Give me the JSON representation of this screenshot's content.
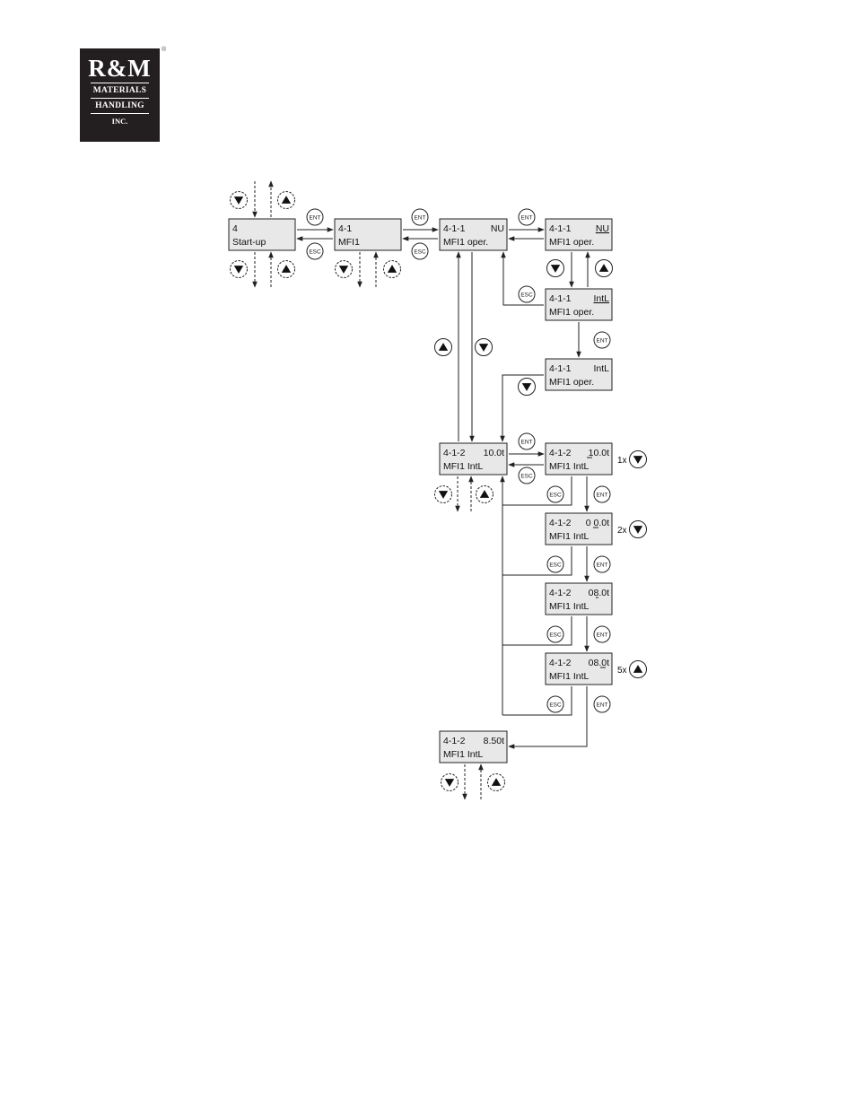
{
  "logo": {
    "rm": "R&M",
    "materials": "MATERIALS",
    "handling": "HANDLING",
    "inc": "INC.",
    "registered": "®"
  },
  "buttons": {
    "ent": "ENT",
    "esc": "ESC"
  },
  "displays": {
    "d4": {
      "line1": "4",
      "right": "",
      "line2": "Start-up"
    },
    "d41": {
      "line1": "4-1",
      "right": "",
      "line2": "MFI1"
    },
    "d411a": {
      "line1": "4-1-1",
      "right": "NU",
      "line2": "MFI1 oper."
    },
    "d411b": {
      "line1": "4-1-1",
      "right": "NU",
      "line2": "MFI1 oper."
    },
    "d411c": {
      "line1": "4-1-1",
      "right": "IntL",
      "line2": "MFI1 oper."
    },
    "d411d": {
      "line1": "4-1-1",
      "right": "IntL",
      "line2": "MFI1 oper."
    },
    "d412a": {
      "line1": "4-1-2",
      "right": "10.0t",
      "line2": "MFI1 IntL"
    },
    "d412b": {
      "line1": "4-1-2",
      "right": "10.0t",
      "line2": "MFI1 IntL"
    },
    "d412c": {
      "line1": "4-1-2",
      "right": "0 0.0t",
      "line2": "MFI1 IntL"
    },
    "d412d": {
      "line1": "4-1-2",
      "right": "08.0t",
      "line2": "MFI1 IntL"
    },
    "d412e": {
      "line1": "4-1-2",
      "right": "08.0t",
      "line2": "MFI1 IntL"
    },
    "d412f": {
      "line1": "4-1-2",
      "right": "8.50t",
      "line2": "MFI1 IntL"
    }
  },
  "multipliers": {
    "m1": "1x",
    "m2": "2x",
    "m3": "5x"
  },
  "colors": {
    "display_bg": "#e8e8e8",
    "logo_bg": "#231f20"
  }
}
